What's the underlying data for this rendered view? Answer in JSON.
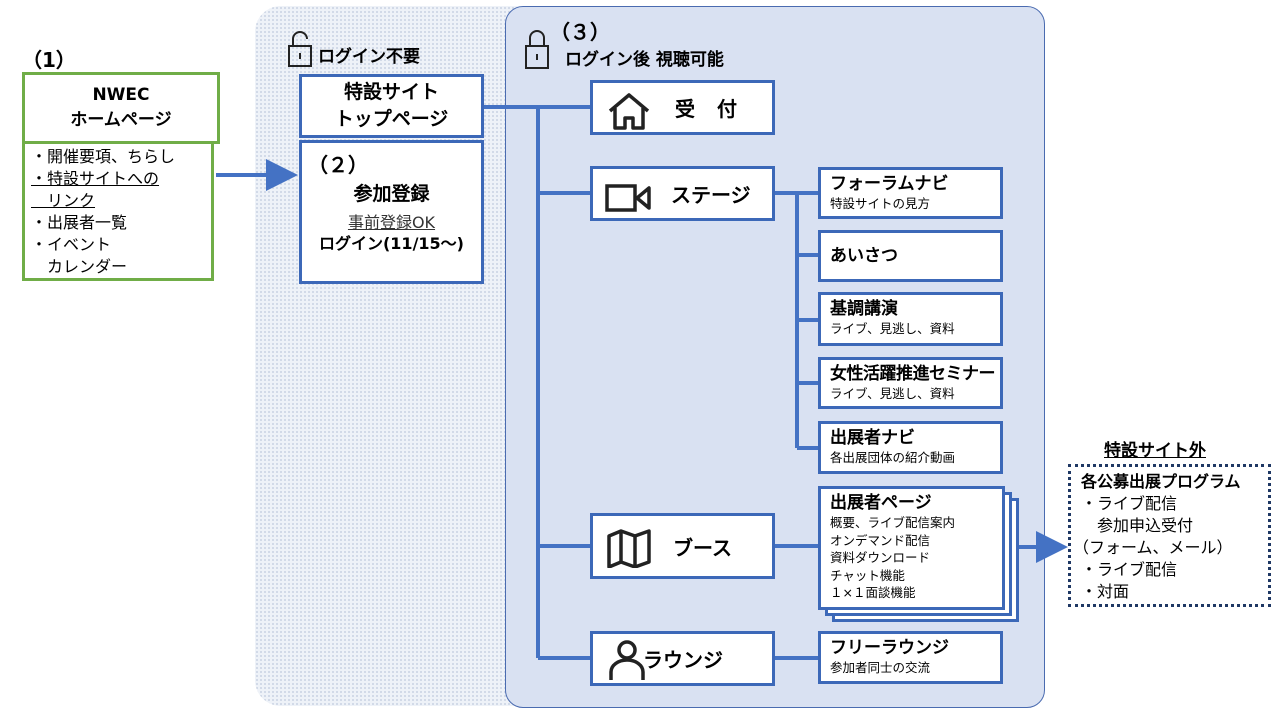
{
  "zones": {
    "no_login": {
      "number": "",
      "label": "ログイン不要"
    },
    "after_login": {
      "number": "（３）",
      "label": "ログイン後 視聴可能"
    }
  },
  "nwec": {
    "number": "（1）",
    "title_line1": "NWEC",
    "title_line2": "ホームページ",
    "items": [
      "・開催要項、ちらし",
      "・特設サイトへの",
      "　リンク",
      "・出展者一覧",
      "・イベント",
      "　カレンダー"
    ]
  },
  "special_site": {
    "title_line1": "特設サイト",
    "title_line2": "トップページ"
  },
  "registration": {
    "number": "（２）",
    "title": "参加登録",
    "note": "事前登録OK",
    "login": "ログイン(11/15〜)"
  },
  "main_nodes": [
    {
      "icon": "home-icon",
      "label": "受　付"
    },
    {
      "icon": "video-camera-icon",
      "label": "ステージ"
    },
    {
      "icon": "map-icon",
      "label": "ブース"
    },
    {
      "icon": "person-icon",
      "label": "ラウンジ"
    }
  ],
  "stage_items": [
    {
      "title": "フォーラムナビ",
      "desc": "特設サイトの見方"
    },
    {
      "title": "あいさつ",
      "desc": ""
    },
    {
      "title": "基調講演",
      "desc": "ライブ、見逃し、資料"
    },
    {
      "title": "女性活躍推進セミナー",
      "desc": "ライブ、見逃し、資料"
    },
    {
      "title": "出展者ナビ",
      "desc": "各出展団体の紹介動画"
    }
  ],
  "booth_page": {
    "title": "出展者ページ",
    "items": [
      "概要、ライブ配信案内",
      "オンデマンド配信",
      "資料ダウンロード",
      "チャット機能",
      "１×１面談機能"
    ]
  },
  "lounge_item": {
    "title": "フリーラウンジ",
    "desc": "参加者同士の交流"
  },
  "outside": {
    "heading": "特設サイト外",
    "title": "各公募出展プログラム",
    "items": [
      "・ライブ配信",
      "　参加申込受付",
      "（フォーム、メール）",
      "・ライブ配信",
      "・対面"
    ]
  },
  "colors": {
    "nwec_border": "#70ad47",
    "node_border": "#3c68b8",
    "login_zone": "#d9e1f2",
    "outside_border": "#1f3864"
  }
}
